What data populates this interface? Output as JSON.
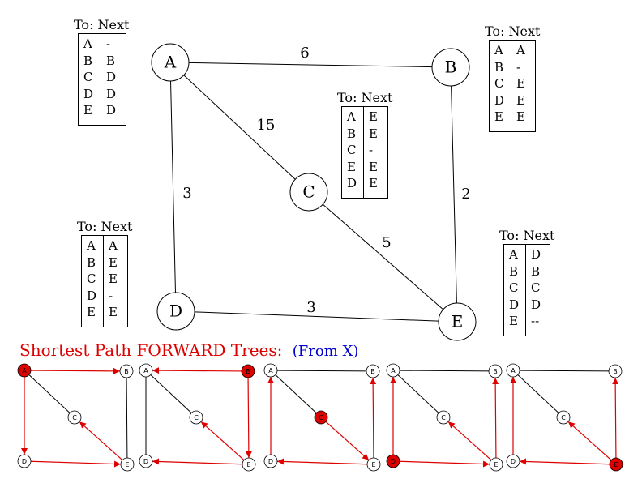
{
  "main_graph": {
    "nodes": [
      "A",
      "B",
      "C",
      "D",
      "E"
    ],
    "edges": [
      {
        "from": "A",
        "to": "B",
        "weight": "6"
      },
      {
        "from": "A",
        "to": "C",
        "weight": "15"
      },
      {
        "from": "A",
        "to": "D",
        "weight": "3"
      },
      {
        "from": "B",
        "to": "E",
        "weight": "2"
      },
      {
        "from": "C",
        "to": "E",
        "weight": "5"
      },
      {
        "from": "D",
        "to": "E",
        "weight": "3"
      }
    ]
  },
  "routing_tables": [
    {
      "node": "A",
      "header": "To: Next",
      "to": [
        "A",
        "B",
        "C",
        "D",
        "E"
      ],
      "next": [
        "-",
        "B",
        "D",
        "D",
        "D"
      ]
    },
    {
      "node": "B",
      "header": "To: Next",
      "to": [
        "A",
        "B",
        "C",
        "D",
        "E"
      ],
      "next": [
        "A",
        "-",
        "E",
        "E",
        "E"
      ]
    },
    {
      "node": "C",
      "header": "To: Next",
      "to": [
        "A",
        "B",
        "C",
        "E",
        "D"
      ],
      "next": [
        "E",
        "E",
        "-",
        "E",
        "E"
      ]
    },
    {
      "node": "D",
      "header": "To: Next",
      "to": [
        "A",
        "B",
        "C",
        "D",
        "E"
      ],
      "next": [
        "A",
        "E",
        "E",
        "-",
        "E"
      ]
    },
    {
      "node": "E",
      "header": "To: Next",
      "to": [
        "A",
        "B",
        "C",
        "D",
        "E"
      ],
      "next": [
        "D",
        "B",
        "C",
        "D",
        "--"
      ]
    }
  ],
  "caption": {
    "title": "Shortest Path FORWARD Trees:",
    "subtitle": "(From X)"
  },
  "trees": [
    {
      "source": "A",
      "edges": [
        [
          "A",
          "B"
        ],
        [
          "A",
          "D"
        ],
        [
          "D",
          "E"
        ],
        [
          "E",
          "C"
        ]
      ]
    },
    {
      "source": "B",
      "edges": [
        [
          "B",
          "A"
        ],
        [
          "B",
          "E"
        ],
        [
          "E",
          "D"
        ],
        [
          "E",
          "C"
        ]
      ]
    },
    {
      "source": "C",
      "edges": [
        [
          "C",
          "E"
        ],
        [
          "E",
          "D"
        ],
        [
          "E",
          "B"
        ],
        [
          "D",
          "A"
        ]
      ]
    },
    {
      "source": "D",
      "edges": [
        [
          "D",
          "A"
        ],
        [
          "D",
          "E"
        ],
        [
          "E",
          "B"
        ],
        [
          "E",
          "C"
        ]
      ]
    },
    {
      "source": "E",
      "edges": [
        [
          "E",
          "D"
        ],
        [
          "E",
          "B"
        ],
        [
          "E",
          "C"
        ],
        [
          "D",
          "A"
        ]
      ]
    }
  ],
  "colors": {
    "tree_edge": "#dd0000",
    "source_fill": "#dd0000",
    "caption_title": "#dd0000",
    "caption_subtitle": "#0000cc",
    "ink": "#000000"
  }
}
